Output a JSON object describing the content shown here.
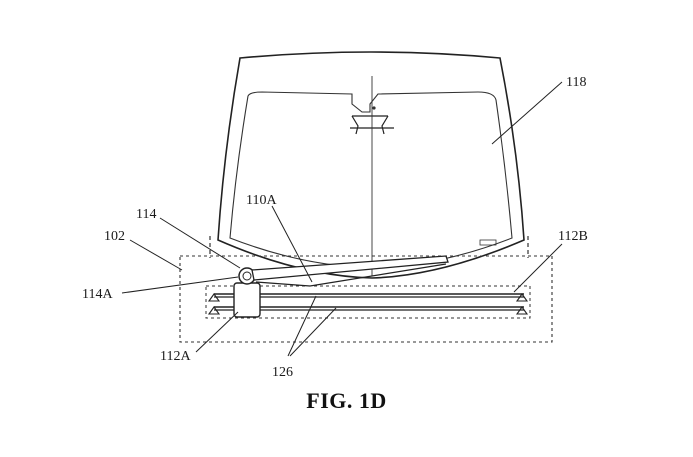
{
  "figure": {
    "caption": "FIG. 1D",
    "labels": {
      "l118": "118",
      "l110A": "110A",
      "l114": "114",
      "l102": "102",
      "l112B": "112B",
      "l114A": "114A",
      "l112A": "112A",
      "l126": "126"
    }
  }
}
